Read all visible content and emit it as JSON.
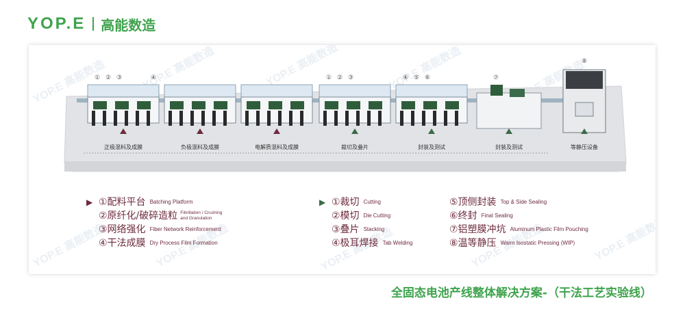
{
  "brand": {
    "logo_text": "YOP.E",
    "name_cn": "高能数造",
    "color": "#3fa34d"
  },
  "stations": [
    {
      "label": "正极混料及成膜",
      "marker": "dark"
    },
    {
      "label": "负极混料及成膜",
      "marker": "dark"
    },
    {
      "label": "电解质混料及成膜",
      "marker": "dark"
    },
    {
      "label": "裁切及叠片",
      "marker": "green"
    },
    {
      "label": "封装及测试",
      "marker": "green"
    },
    {
      "label": "封装及测试",
      "marker": "green"
    },
    {
      "label": "等静压设备",
      "marker": "green"
    }
  ],
  "circled_numbers": [
    "①",
    "②",
    "③",
    "④",
    "⑤",
    "⑥",
    "⑦",
    "⑧"
  ],
  "legend_left": {
    "marker": "▶",
    "items": [
      {
        "cn": "①配料平台",
        "en": "Batching Platform"
      },
      {
        "cn": "②原纤化/破碎造粒",
        "en": "Fibrillation / Crushing and Granulation"
      },
      {
        "cn": "③网络强化",
        "en": "Fiber Network Reinforcement"
      },
      {
        "cn": "④干法成膜",
        "en": "Dry Process Film Formation"
      }
    ]
  },
  "legend_mid": {
    "marker": "▶",
    "items": [
      {
        "cn": "①裁切",
        "en": "Cutting"
      },
      {
        "cn": "②模切",
        "en": "Die Cutting"
      },
      {
        "cn": "③叠片",
        "en": "Stacking"
      },
      {
        "cn": "④极耳焊接",
        "en": "Tab Welding"
      }
    ]
  },
  "legend_right": {
    "items": [
      {
        "cn": "⑤顶侧封装",
        "en": "Top & Side Sealing"
      },
      {
        "cn": "⑥终封",
        "en": "Final Sealing"
      },
      {
        "cn": "⑦铝塑膜冲坑",
        "en": "Aluminum Plastic Film Pouching"
      },
      {
        "cn": "⑧温等静压",
        "en": "Warm Isostatic Pressing (WIP)"
      }
    ]
  },
  "watermark_text": "YOP.E 高能数造",
  "bottom_title": "全固态电池产线整体解决方案-（干法工艺实验线）",
  "colors": {
    "dark_marker": "#6d2b3d",
    "green_marker": "#3a6b4a",
    "accent_green": "#3fa34d",
    "platform": "#e2e3e6"
  }
}
